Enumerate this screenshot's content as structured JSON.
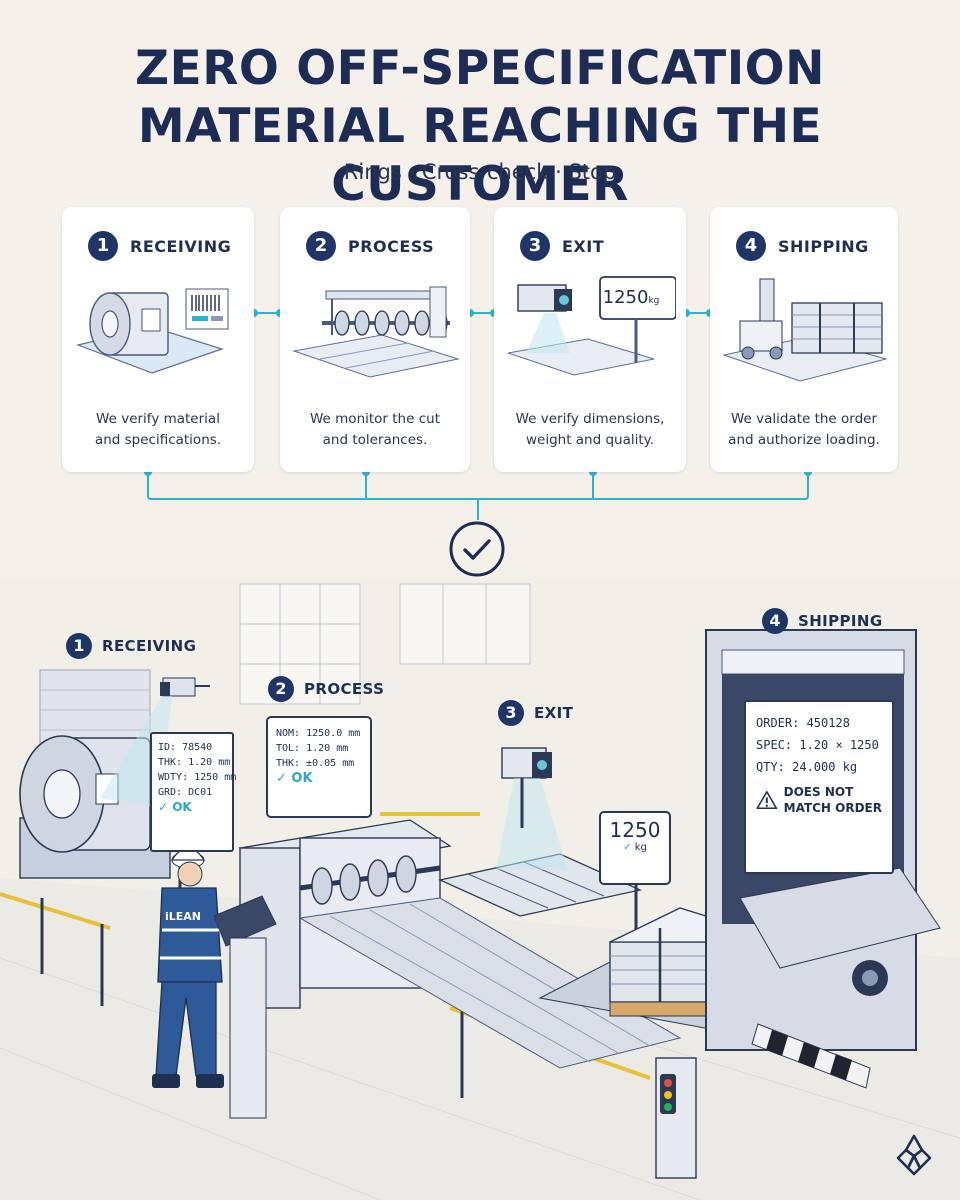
{
  "title_lines": [
    "ZERO OFF-SPECIFICATION",
    "MATERIAL REACHING THE CUSTOMER"
  ],
  "subtitle": "Rings · Cross-check · Stop",
  "steps": [
    {
      "number": "1",
      "title": "RECEIVING",
      "desc_lines": [
        "We verify material",
        "and specifications."
      ]
    },
    {
      "number": "2",
      "title": "PROCESS",
      "desc_lines": [
        "We monitor the cut",
        "and tolerances."
      ]
    },
    {
      "number": "3",
      "title": "EXIT",
      "desc_lines": [
        "We verify dimensions,",
        "weight and quality."
      ]
    },
    {
      "number": "4",
      "title": "SHIPPING",
      "desc_lines": [
        "We validate the order",
        "and authorize loading."
      ]
    }
  ],
  "exit_scale_reading": "1250",
  "exit_scale_unit": "kg",
  "scene_labels": [
    {
      "number": "1",
      "title": "RECEIVING"
    },
    {
      "number": "2",
      "title": "PROCESS"
    },
    {
      "number": "3",
      "title": "EXIT"
    },
    {
      "number": "4",
      "title": "SHIPPING"
    }
  ],
  "receiving_panel": {
    "lines": [
      "ID: 78540",
      "THK: 1.20 mm",
      "WDTY: 1250 mm",
      "GRD: DC01"
    ],
    "ok": "✓ OK"
  },
  "process_panel": {
    "lines": [
      "NOM: 1250.0 mm",
      "TOL:   1.20 mm",
      "THK:   ±0.05 mm"
    ],
    "ok": "✓ OK"
  },
  "exit_scale": {
    "reading": "1250",
    "unit": "kg"
  },
  "shipping_panel": {
    "lines": [
      "ORDER: 450128",
      "SPEC: 1.20 × 1250",
      "QTY: 24.000 kg"
    ],
    "alert_lines": [
      "DOES NOT",
      "MATCH ORDER"
    ]
  },
  "worker_jacket_text": "iLEAN",
  "colors": {
    "navy": "#1e3566",
    "accent": "#2ab3cf",
    "background": "#f5f1ea"
  }
}
